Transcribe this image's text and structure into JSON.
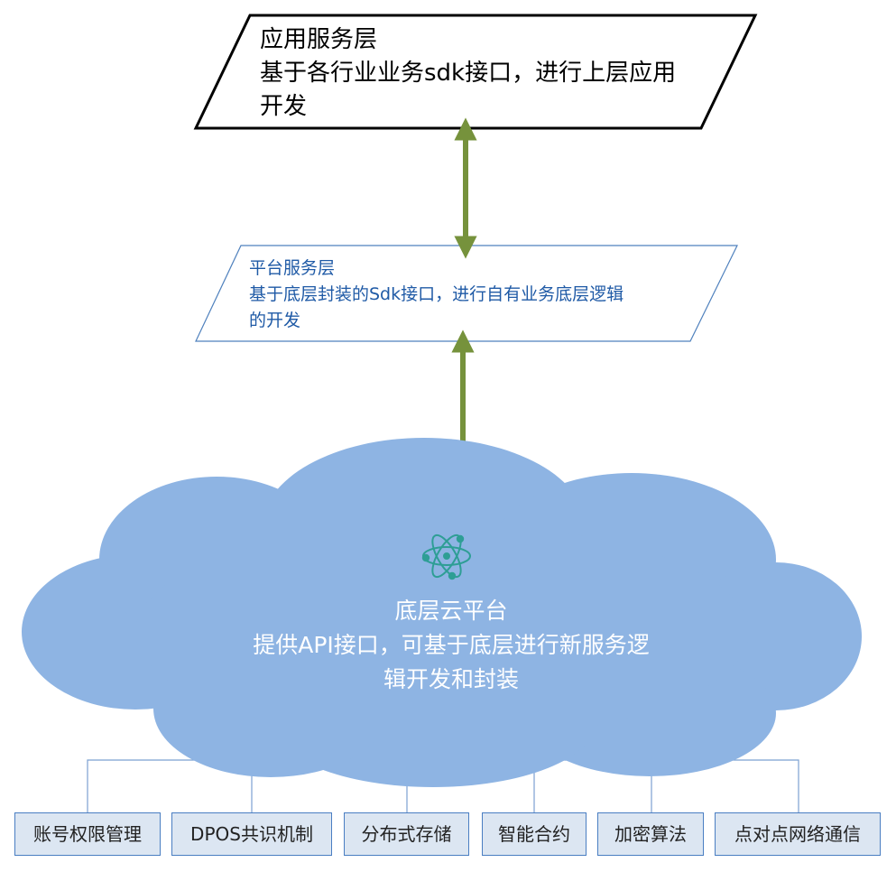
{
  "app_layer": {
    "title": "应用服务层",
    "line2": "基于各行业业务sdk接口，进行上层应用",
    "line3": "开发"
  },
  "platform_layer": {
    "title": "平台服务层",
    "line2": "基于底层封装的Sdk接口，进行自有业务底层逻辑",
    "line3": "的开发"
  },
  "cloud_layer": {
    "icon": "atom-icon",
    "title": "底层云平台",
    "line2": "提供API接口，可基于底层进行新服务逻",
    "line3": "辑开发和封装"
  },
  "modules": [
    "账号权限管理",
    "DPOS共识机制",
    "分布式存储",
    "智能合约",
    "加密算法",
    "点对点网络通信"
  ],
  "colors": {
    "cloud_fill": "#8eb4e3",
    "arrow": "#76923c",
    "platform_border": "#4f81bd",
    "module_fill": "#dce6f2",
    "module_border": "#4a7ec2",
    "atom_icon": "#2e9e95"
  }
}
